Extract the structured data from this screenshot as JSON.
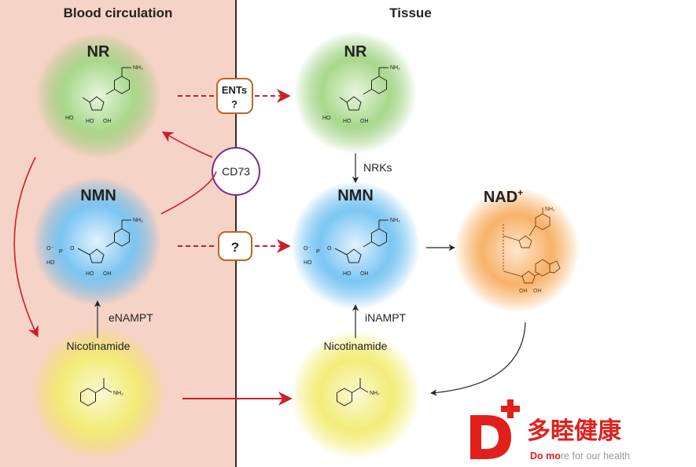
{
  "headers": {
    "left": "Blood circulation",
    "right": "Tissue"
  },
  "molecules": {
    "nr_blood": "NR",
    "nmn_blood": "NMN",
    "nr_tissue": "NR",
    "nmn_tissue": "NMN",
    "nad_base": "NAD",
    "nad_charge": "+",
    "nic_blood": "Nicotinamide",
    "nic_tissue": "Nicotinamide"
  },
  "transporters": {
    "ents": "ENTs",
    "ents_q": "?",
    "nmn_q": "?",
    "cd73": "CD73"
  },
  "enzymes": {
    "nrks": "NRKs",
    "enampt": "eNAMPT",
    "inampt": "iNAMPT"
  },
  "chem": {
    "nh2": "NH₂",
    "ho": "HO",
    "oh": "OH",
    "o_minus": "O⁻",
    "o": "O",
    "p": "P"
  },
  "brand": {
    "name": "多睦健康",
    "slogan_bold": "Do mo",
    "slogan_rest": "re for our health"
  },
  "colors": {
    "blood_bg": "#f6d3c7",
    "nr": "#7cc25a",
    "nmn": "#3aa8ea",
    "nic": "#f0e53a",
    "nad": "#f39a3a",
    "red_arrow": "#c8202c",
    "box_border": "#b8662e",
    "cd73_border": "#7a2a8a",
    "brand_red": "#e1201c"
  }
}
